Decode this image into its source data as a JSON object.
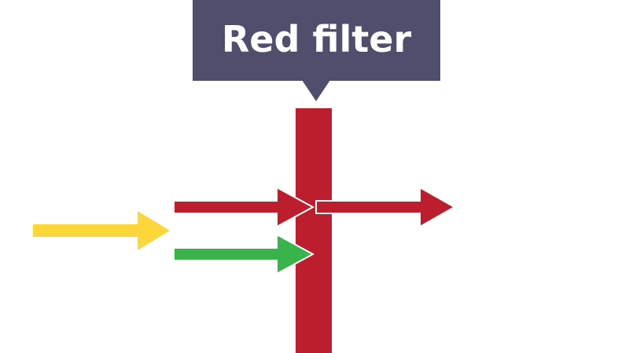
{
  "callout": {
    "title": "Red filter",
    "background_color": "#4f4e6c",
    "text_color": "#ffffff"
  },
  "filter": {
    "name": "red-filter",
    "color": "#bd1e2d"
  },
  "arrows": [
    {
      "name": "incoming-white-light",
      "color": "#fdd63b",
      "label": ""
    },
    {
      "name": "red-light-component",
      "color": "#bd1e2d",
      "label": ""
    },
    {
      "name": "green-light-component",
      "color": "#39b44a",
      "label": ""
    },
    {
      "name": "transmitted-red-light",
      "color": "#bd1e2d",
      "label": ""
    }
  ]
}
